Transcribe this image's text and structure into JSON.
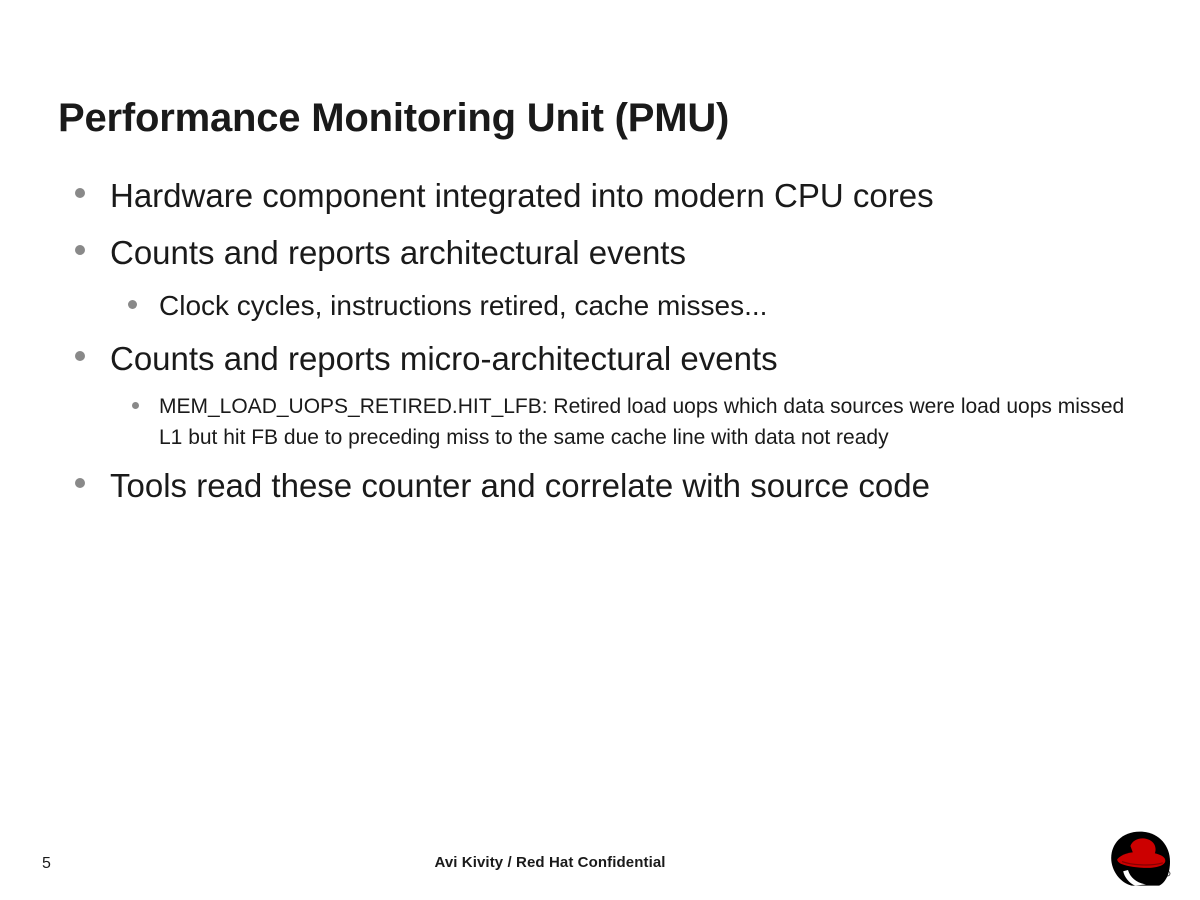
{
  "slide": {
    "title": "Performance Monitoring Unit (PMU)",
    "background_color": "#ffffff",
    "text_color": "#1a1a1a",
    "bullet_color": "#898989",
    "content": [
      {
        "level": 1,
        "text": "Hardware component integrated into modern CPU cores"
      },
      {
        "level": 1,
        "text": "Counts and reports architectural events"
      },
      {
        "level": 2,
        "text": "Clock cycles, instructions retired, cache misses..."
      },
      {
        "level": 1,
        "text": "Counts and reports micro-architectural events"
      },
      {
        "level": 3,
        "text": "MEM_LOAD_UOPS_RETIRED.HIT_LFB: Retired load uops which data sources were load uops missed L1 but hit FB due to preceding miss to the same cache line with data not ready"
      },
      {
        "level": 1,
        "text": "Tools read these counter and correlate with source code"
      }
    ]
  },
  "footer": {
    "page_number": "5",
    "center_text": "Avi Kivity / Red Hat Confidential",
    "logo_name": "red-hat-shadowman-logo",
    "logo_hat_color": "#cc0000",
    "logo_silhouette_color": "#000000"
  }
}
